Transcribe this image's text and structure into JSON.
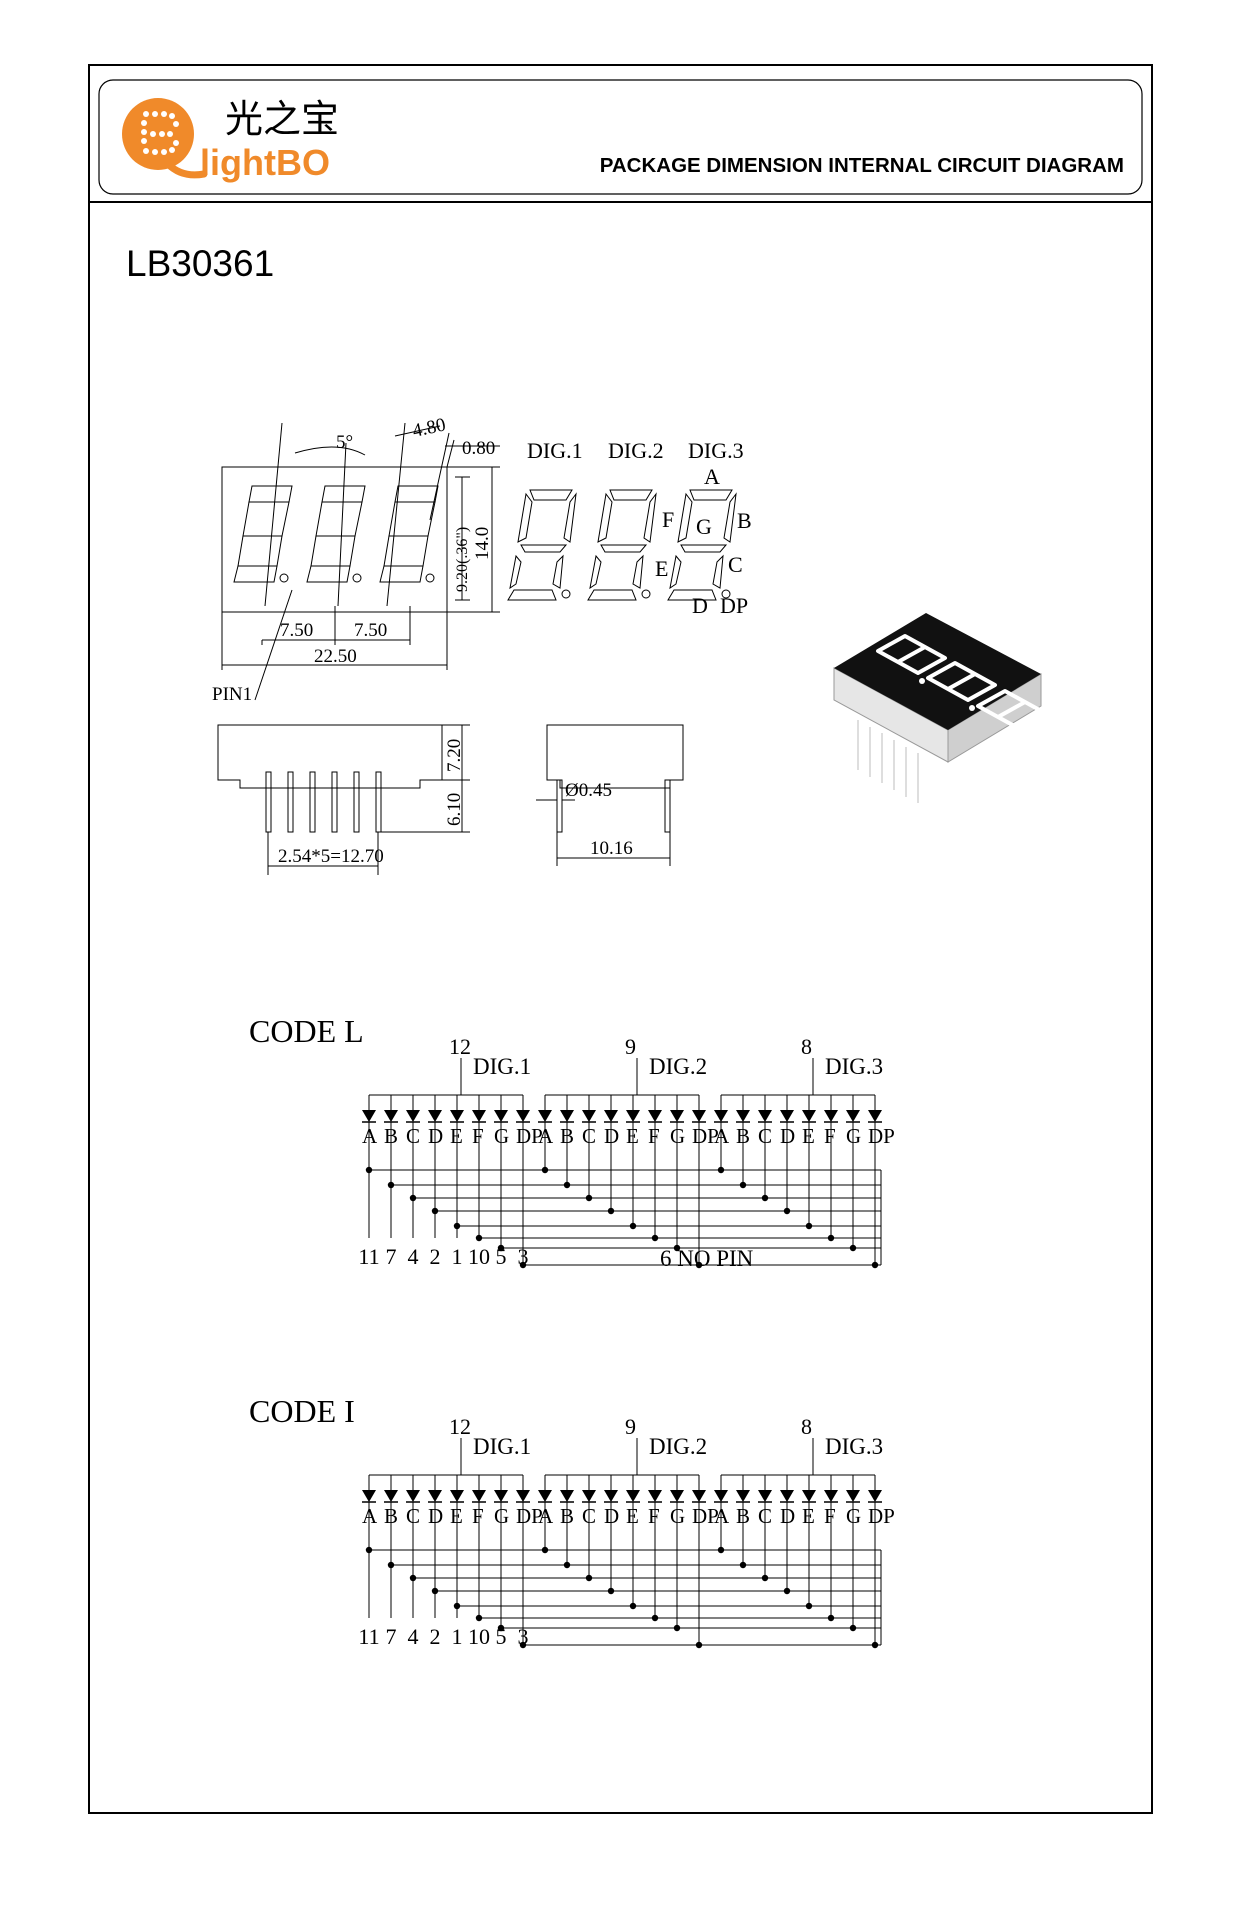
{
  "header": {
    "logo_text": "lightBO",
    "logo_cjk": "光之宝",
    "title": "PACKAGE DIMENSION INTERNAL CIRCUIT DIAGRAM"
  },
  "part_number": "LB30361",
  "front_view": {
    "dim_angle": "5°",
    "dim_top": "4.80",
    "dim_seg": "0.80",
    "dim_char": "9.20(.36\")",
    "dim_height": "14.0",
    "dim_pitch_1": "7.50",
    "dim_pitch_2": "7.50",
    "dim_width": "22.50",
    "pin1_label": "PIN1"
  },
  "segment_view": {
    "digits": [
      "DIG.1",
      "DIG.2",
      "DIG.3"
    ],
    "seg_a": "A",
    "seg_b": "B",
    "seg_c": "C",
    "seg_d": "D",
    "seg_e": "E",
    "seg_f": "F",
    "seg_g": "G",
    "seg_dp": "DP"
  },
  "side_view": {
    "dim_body": "7.20",
    "dim_pins": "6.10",
    "dim_pitch": "2.54*5=12.70",
    "dim_pin_dia": "Ø0.45",
    "dim_depth": "10.16"
  },
  "code_l": {
    "title": "CODE L",
    "common_pins": [
      "12",
      "9",
      "8"
    ],
    "digits": [
      "DIG.1",
      "DIG.2",
      "DIG.3"
    ],
    "segments": [
      "A",
      "B",
      "C",
      "D",
      "E",
      "F",
      "G",
      "DP"
    ],
    "segment_pins": [
      "11",
      "7",
      "4",
      "2",
      "1",
      "10",
      "5",
      "3"
    ],
    "note": "6 NO PIN"
  },
  "code_i": {
    "title": "CODE I",
    "common_pins": [
      "12",
      "9",
      "8"
    ],
    "digits": [
      "DIG.1",
      "DIG.2",
      "DIG.3"
    ],
    "segments": [
      "A",
      "B",
      "C",
      "D",
      "E",
      "F",
      "G",
      "DP"
    ],
    "segment_pins": [
      "11",
      "7",
      "4",
      "2",
      "1",
      "10",
      "5",
      "3"
    ]
  },
  "colors": {
    "logo_orange": "#f08a2a",
    "ink": "#000000",
    "display_face": "#111111"
  }
}
